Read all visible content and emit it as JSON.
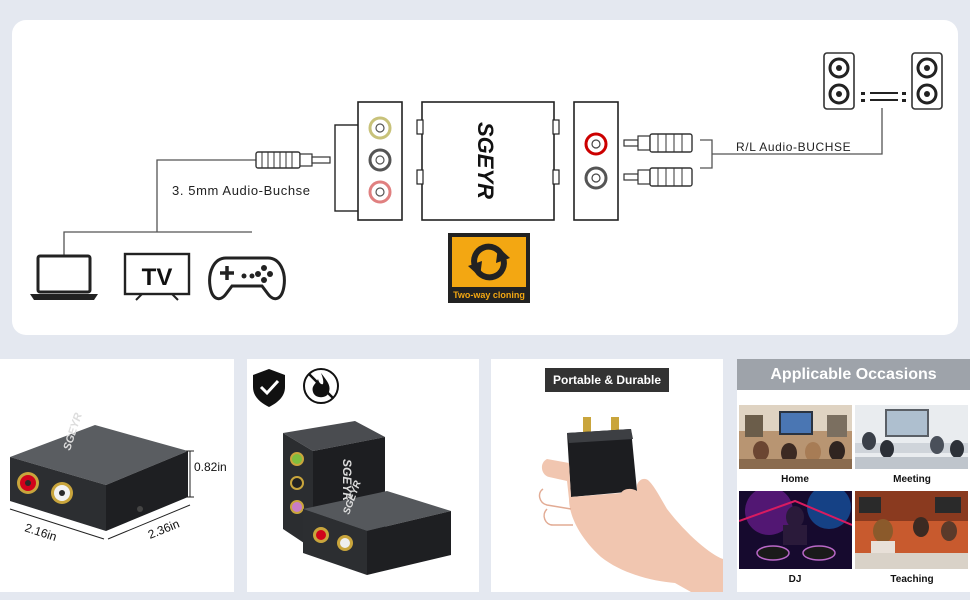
{
  "diagram": {
    "input_label": "3. 5mm Audio-Buchse",
    "output_label": "R/L Audio-BUCHSE",
    "brand": "SGEYR",
    "tv_label": "TV",
    "badge_label": "Two-way cloning"
  },
  "dimensions": {
    "height": "0.82in",
    "width": "2.16in",
    "depth": "2.36in"
  },
  "features": {
    "portable_label": "Portable & Durable"
  },
  "occasions": {
    "title": "Applicable Occasions",
    "items": [
      {
        "label": "Home"
      },
      {
        "label": "Meeting"
      },
      {
        "label": "DJ"
      },
      {
        "label": "Teaching"
      }
    ]
  },
  "colors": {
    "background": "#e4e8f0",
    "badge_orange": "#f3a712",
    "rca_red": "#d0021b",
    "occasion_header": "#9ea3aa"
  },
  "icons": [
    "laptop-icon",
    "tv-icon",
    "gamepad-icon",
    "speaker-icon",
    "sync-icon",
    "shield-check-icon",
    "fire-icon"
  ]
}
